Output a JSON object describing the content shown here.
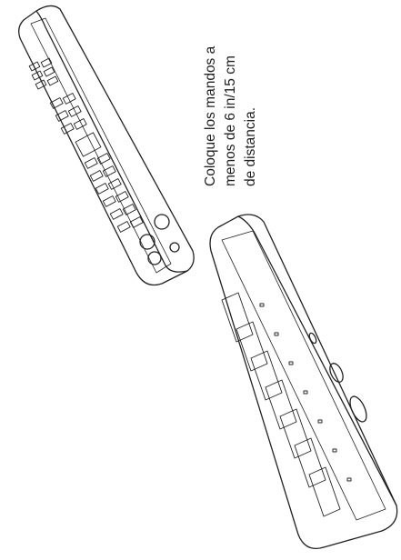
{
  "instruction": {
    "lines": [
      "Coloque los mandos a",
      "menos de 6 in/15 cm",
      "de distancia."
    ]
  }
}
